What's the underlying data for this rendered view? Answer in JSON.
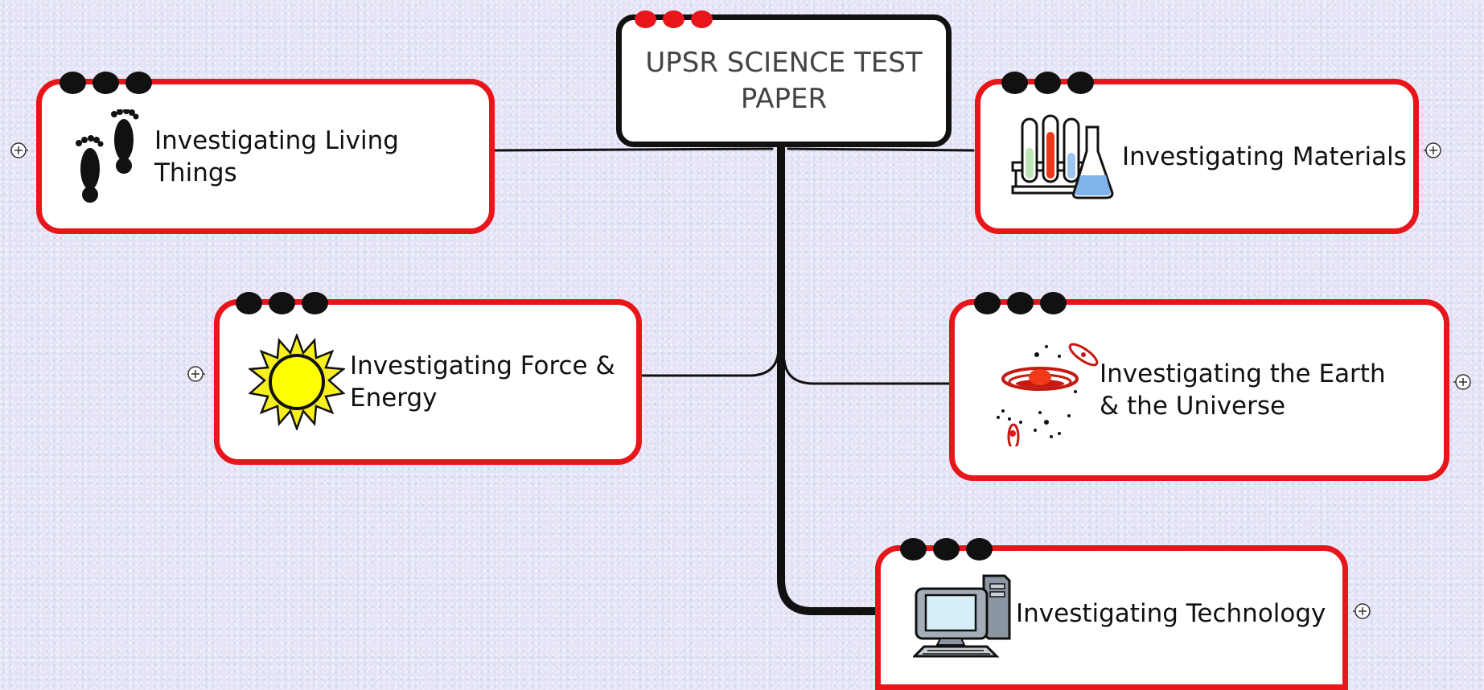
{
  "map": {
    "root": {
      "title": "UPSR SCIENCE TEST PAPER"
    },
    "topics": [
      {
        "label": "Investigating Living Things",
        "icon": "footprints-icon"
      },
      {
        "label": "Investigating Materials",
        "icon": "lab-glassware-icon"
      },
      {
        "label": "Investigating Force & Energy",
        "icon": "sun-icon"
      },
      {
        "label": "Investigating the Earth & the Universe",
        "icon": "galaxy-icon"
      },
      {
        "label": "Investigating Technology",
        "icon": "computer-icon"
      }
    ]
  },
  "colors": {
    "topic_border": "#e8161b",
    "root_border": "#111111",
    "connector": "#111111",
    "background": "#e4e4f6"
  }
}
